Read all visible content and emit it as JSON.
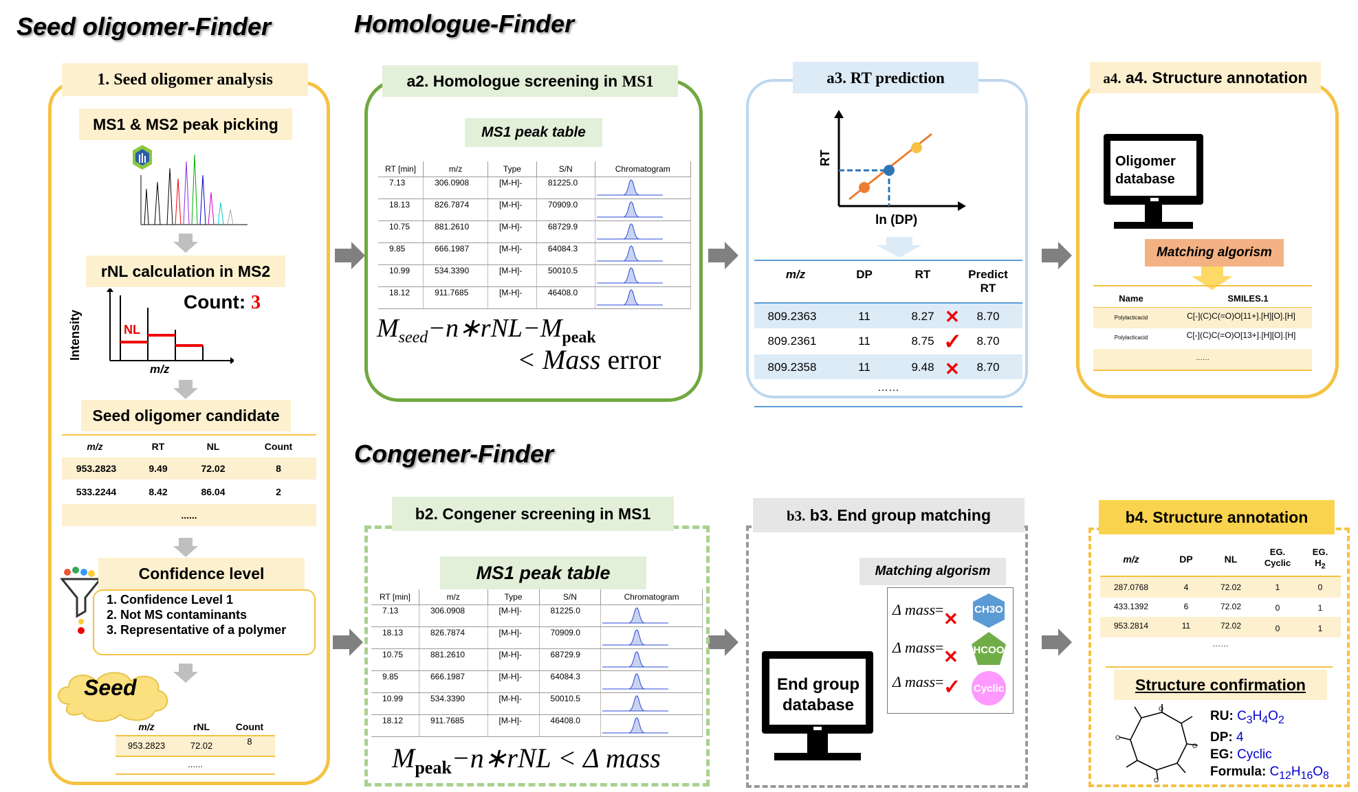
{
  "sections": {
    "seed_finder": "Seed oligomer-Finder",
    "homologue_finder": "Homologue-Finder",
    "congener_finder": "Congener-Finder"
  },
  "seed": {
    "title": "1. Seed oligomer analysis",
    "peak_picking": "MS1 & MS2 peak picking",
    "rnl_title": "rNL calculation in MS2",
    "count_label": "Count:",
    "count_value": "3",
    "nl_label": "NL",
    "intensity_label": "Intensity",
    "mz_label": "m/z",
    "candidate_title": "Seed oligomer candidate",
    "candidate_headers": [
      "m/z",
      "RT",
      "NL",
      "Count"
    ],
    "candidate_rows": [
      [
        "953.2823",
        "9.49",
        "72.02",
        "8"
      ],
      [
        "533.2244",
        "8.42",
        "86.04",
        "2"
      ]
    ],
    "candidate_more": "......",
    "confidence_title": "Confidence level",
    "confidence_items": [
      "1. Confidence Level 1",
      "2. Not MS contaminants",
      "3. Representative of a polymer"
    ],
    "seed_label": "Seed",
    "seed_headers": [
      "m/z",
      "rNL",
      "Count"
    ],
    "seed_row": [
      "953.2823",
      "72.02",
      "8"
    ],
    "seed_more": "......"
  },
  "a2": {
    "title_a": "a2. Homologue screening in",
    "title_b": "MS1",
    "table_title": "MS1 peak table",
    "headers": [
      "RT [min]",
      "m/z",
      "Type",
      "S/N",
      "Chromatogram"
    ],
    "rows": [
      [
        "7.13",
        "306.0908",
        "[M-H]-",
        "81225.0"
      ],
      [
        "18.13",
        "826.7874",
        "[M-H]-",
        "70909.0"
      ],
      [
        "10.75",
        "881.2610",
        "[M-H]-",
        "68729.9"
      ],
      [
        "9.85",
        "666.1987",
        "[M-H]-",
        "64084.3"
      ],
      [
        "10.99",
        "534.3390",
        "[M-H]-",
        "50010.5"
      ],
      [
        "18.12",
        "911.7685",
        "[M-H]-",
        "46408.0"
      ]
    ],
    "formula_line1": "M",
    "formula_sub1": "seed",
    "formula_mid": "−n∗rNL−M",
    "formula_sub2": "peak",
    "formula_line2_a": "< Mass",
    "formula_line2_b": " error"
  },
  "a3": {
    "title": "a3. RT prediction",
    "axis_y": "RT",
    "axis_x": "ln (DP)",
    "headers": [
      "m/z",
      "DP",
      "RT",
      "Predict RT"
    ],
    "rows": [
      [
        "809.2363",
        "11",
        "8.27",
        "8.70"
      ],
      [
        "809.2361",
        "11",
        "8.75",
        "8.70"
      ],
      [
        "809.2358",
        "11",
        "9.48",
        "8.70"
      ]
    ],
    "more": "……"
  },
  "a4": {
    "title": "a4. Structure annotation",
    "db_label": "Oligomer database",
    "algo": "Matching algorism",
    "headers": [
      "Name",
      "SMILES.1"
    ],
    "rows": [
      [
        "Polylacticacid",
        "C[-](C)C(=O)O[11+].[H][O].[H]"
      ],
      [
        "Polylacticacid",
        "C[-](C)C(=O)O[13+].[H][O].[H]"
      ]
    ],
    "more": "……"
  },
  "b2": {
    "title": "b2. Congener screening in MS1",
    "table_title": "MS1 peak table",
    "formula_a": "M",
    "formula_sub": "peak",
    "formula_b": "−n∗rNL < Δ mass"
  },
  "b3": {
    "title": "b3. End group matching",
    "algo": "Matching algorism",
    "delta": "Δ mass",
    "eq": "=",
    "groups": [
      "CH3O",
      "HCOO",
      "Cyclic"
    ],
    "db_label": "End group database"
  },
  "b4": {
    "title": "b4. Structure annotation",
    "headers": [
      "m/z",
      "DP",
      "NL",
      "EG. Cyclic",
      "EG. H2"
    ],
    "rows": [
      [
        "287.0768",
        "4",
        "72.02",
        "1",
        "0"
      ],
      [
        "433.1392",
        "6",
        "72.02",
        "0",
        "1"
      ],
      [
        "953.2814",
        "11",
        "72.02",
        "0",
        "1"
      ]
    ],
    "more": "……",
    "confirm_title": "Structure confirmation",
    "ru_label": "RU:",
    "ru_value": "C3H4O2",
    "dp_label": "DP:",
    "dp_value": "4",
    "eg_label": "EG:",
    "eg_value": "Cyclic",
    "formula_label": "Formula:",
    "formula_value": "C12H16O8"
  },
  "colors": {
    "yellow": "#f5c242",
    "green": "#70a83f",
    "light_blue": "#bdd7ee",
    "grey": "#999999",
    "red": "#e00000"
  }
}
